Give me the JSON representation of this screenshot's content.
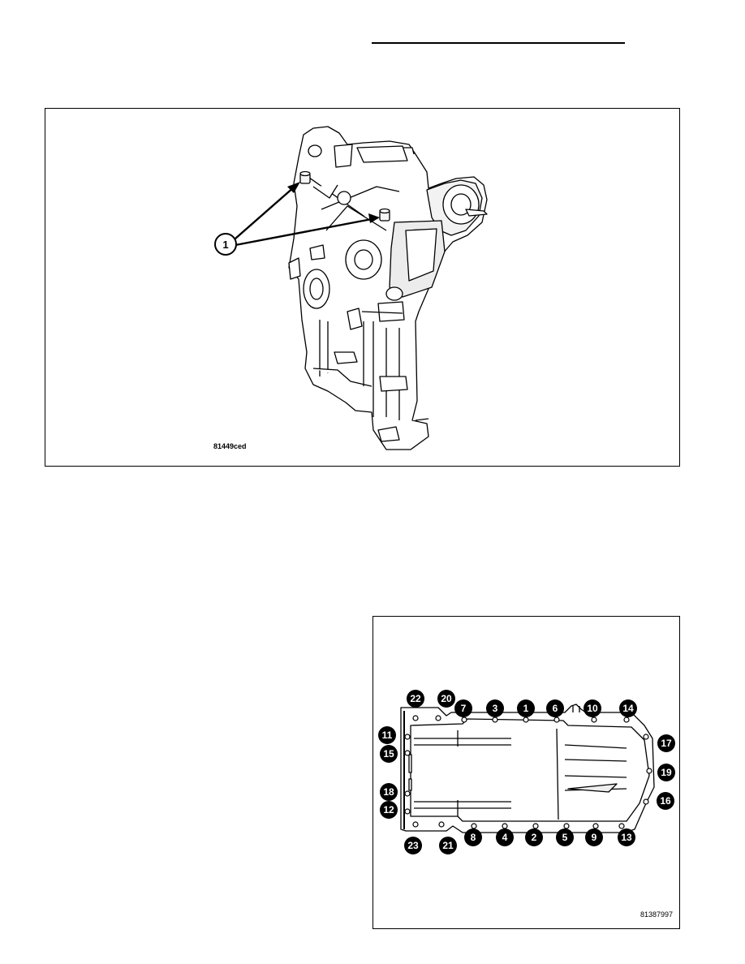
{
  "figure1": {
    "callout": "1",
    "figure_id": "81449ced"
  },
  "figure2": {
    "figure_id": "81387997",
    "bolt_labels": {
      "top": [
        "22",
        "20",
        "7",
        "3",
        "1",
        "6",
        "10",
        "14"
      ],
      "left": [
        "11",
        "15",
        "18",
        "12"
      ],
      "right": [
        "17",
        "19",
        "16"
      ],
      "bottom": [
        "23",
        "21",
        "8",
        "4",
        "2",
        "5",
        "9",
        "13"
      ]
    }
  },
  "colors": {
    "ink": "#000000",
    "paper": "#ffffff",
    "shade": "#d9d9d9"
  }
}
